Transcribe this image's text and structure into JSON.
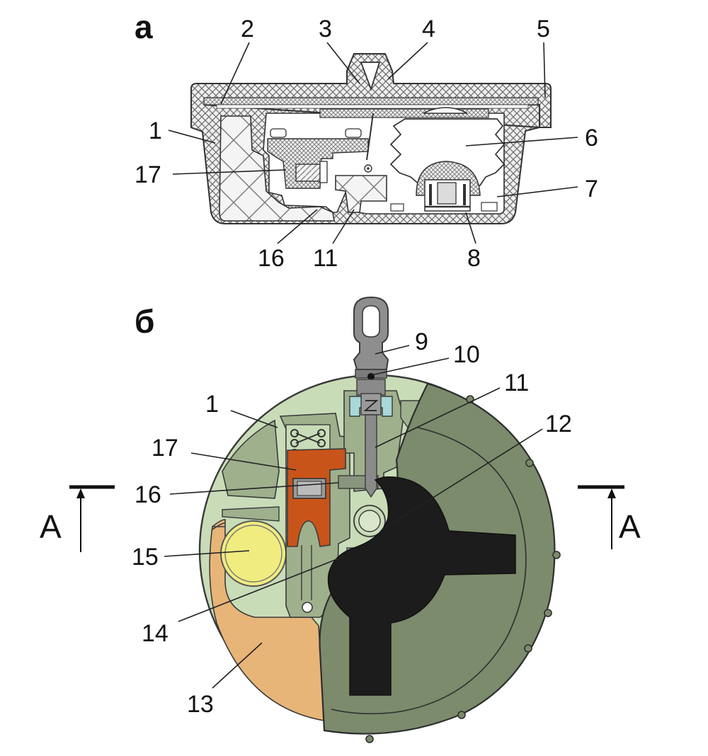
{
  "figure": {
    "part_a": {
      "letter": "а",
      "callouts": {
        "c1": "1",
        "c2": "2",
        "c3": "3",
        "c4": "4",
        "c5": "5",
        "c6": "6",
        "c7": "7",
        "c8": "8",
        "c11": "11",
        "c16": "16",
        "c17": "17"
      }
    },
    "part_b": {
      "letter": "б",
      "callouts": {
        "c1": "1",
        "c9": "9",
        "c10": "10",
        "c11": "11",
        "c12": "12",
        "c13": "13",
        "c14": "14",
        "c15": "15",
        "c16": "16",
        "c17": "17"
      },
      "section_left": "A",
      "section_right": "A"
    }
  },
  "colors": {
    "body_light_green": "#c9dcb8",
    "body_mid_green": "#9fb08d",
    "cover_dark_green": "#7b8b6c",
    "hub_black": "#1c1c1c",
    "orange_part": "#c9541a",
    "tan_part": "#e8b578",
    "yellow_part": "#f0ec80",
    "crosshatch_gray": "#888888"
  }
}
